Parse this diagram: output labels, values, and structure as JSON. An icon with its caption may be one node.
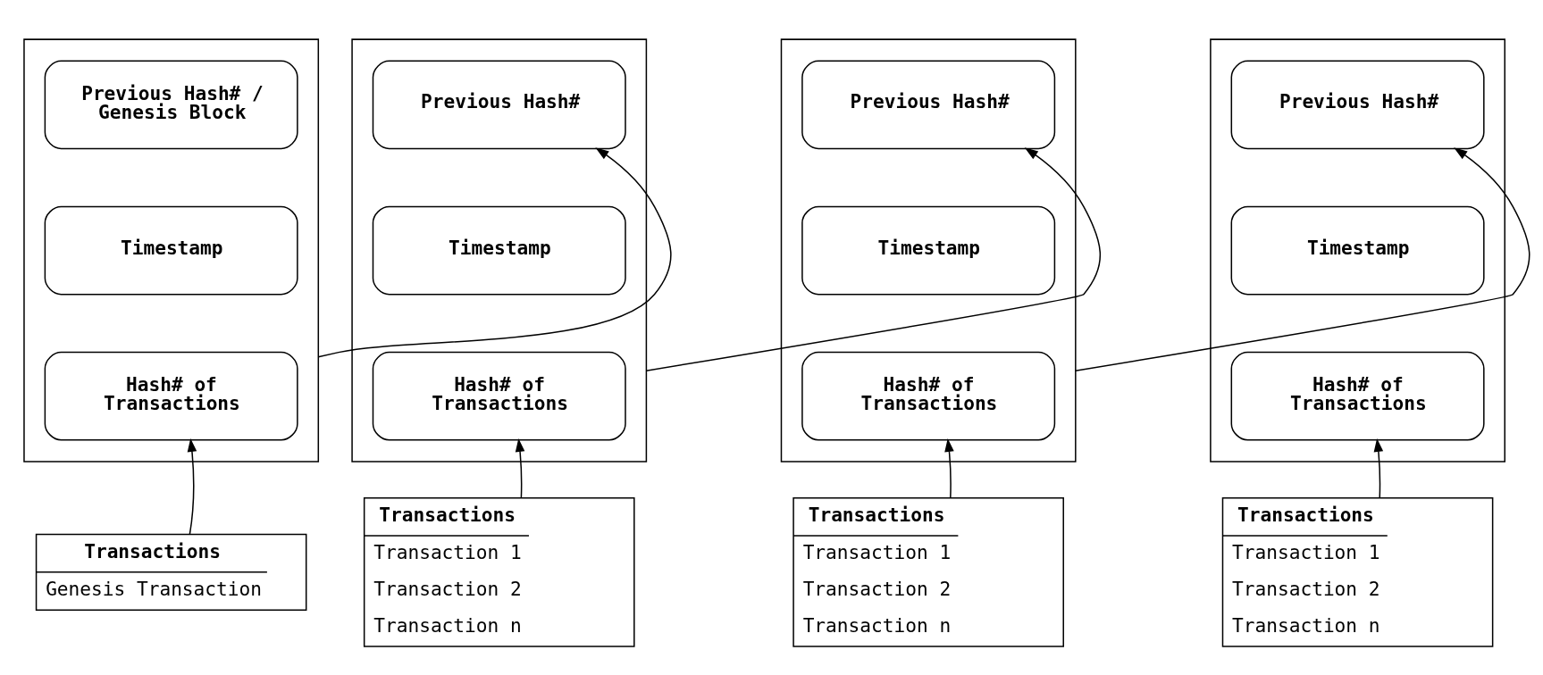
{
  "diagram": {
    "nodes": [
      {
        "text": [],
        "shape": "box"
      },
      {
        "text": [
          "Previous Hash# / Genesis Block"
        ],
        "in": 0
      },
      {
        "text": [
          "Timestamp"
        ],
        "in": 0
      },
      {
        "text": [
          "Hash# of Transactions"
        ],
        "in": 0
      },
      {
        "text": [],
        "shape": "box"
      },
      {
        "text": [
          "Previous Hash#"
        ],
        "in": 4
      },
      {
        "text": [
          "Timestamp"
        ],
        "in": 4
      },
      {
        "text": [
          "Hash# of Transactions"
        ],
        "in": 4
      },
      {
        "text": [],
        "shape": "box"
      },
      {
        "text": [
          "Previous Hash#"
        ],
        "in": 8
      },
      {
        "text": [
          "Timestamp"
        ],
        "in": 8
      },
      {
        "text": [
          "Hash# of Transactions"
        ],
        "in": 8
      },
      {
        "text": [],
        "shape": "box"
      },
      {
        "text": [
          "Previous Hash#"
        ],
        "in": 12
      },
      {
        "text": [
          "Timestamp"
        ],
        "in": 12
      },
      {
        "text": [
          "Hash# of Transactions"
        ],
        "in": 12
      },
      {
        "text": [
          "Transactions",
          "Genesis Transaction"
        ]
      },
      {
        "text": [
          "Transactions",
          "Transaction 1",
          "Transaction 2",
          "Transaction n"
        ]
      },
      {
        "text": [
          "Transactions",
          "Transaction 1",
          "Transaction 2",
          "Transaction n"
        ]
      },
      {
        "text": [
          "Transactions",
          "Transaction 1",
          "Transaction 2",
          "Transaction n"
        ]
      }
    ],
    "edges": [
      {
        "from": 0,
        "to": 5,
        "arrow": "to"
      },
      {
        "from": 4,
        "to": 9,
        "arrow": "to"
      },
      {
        "from": 8,
        "to": 13,
        "arrow": "to"
      },
      {
        "from": 16,
        "to": 3,
        "arrow": "to"
      },
      {
        "from": 17,
        "to": 7,
        "arrow": "to"
      },
      {
        "from": 18,
        "to": 11,
        "arrow": "to"
      },
      {
        "from": 19,
        "to": 15,
        "arrow": "to"
      }
    ]
  }
}
